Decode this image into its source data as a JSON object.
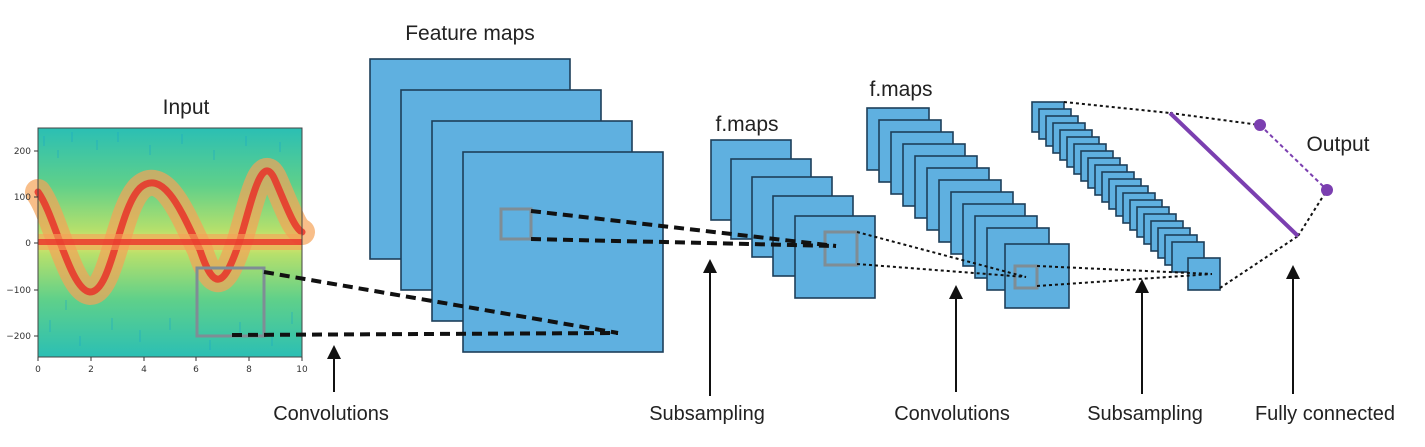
{
  "labels": {
    "input": "Input",
    "feature_maps": "Feature maps",
    "fmaps_1": "f.maps",
    "fmaps_2": "f.maps",
    "output": "Output"
  },
  "stages": [
    "Convolutions",
    "Subsampling",
    "Convolutions",
    "Subsampling",
    "Fully connected"
  ],
  "input_plot": {
    "y_ticks": [
      "200",
      "100",
      "0",
      "−100",
      "−200"
    ],
    "x_ticks": [
      "0",
      "2",
      "4",
      "6",
      "8",
      "10"
    ]
  },
  "colors": {
    "feature_map_fill": "#5fb0e0",
    "feature_map_stroke": "#1d3f5a",
    "output_line": "#7b3fb0",
    "highlight_box": "#7f8d95"
  }
}
